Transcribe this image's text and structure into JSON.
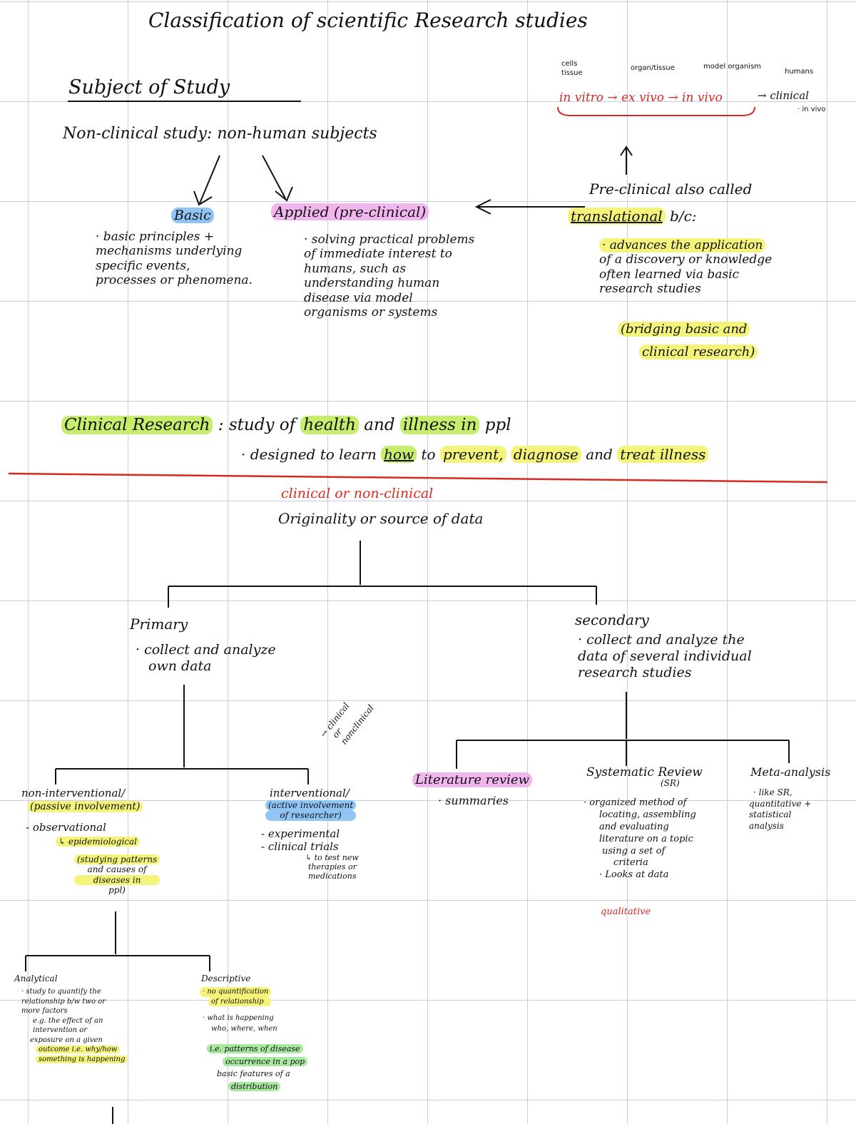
{
  "title": "Classification of scientific Research studies",
  "top_flow": {
    "labels": [
      "cells",
      "tissue",
      "organ/tissue",
      "model organism",
      "humans"
    ],
    "sequence": "in vitro → ex vivo → in vivo",
    "tail": "→ clinical",
    "tail_sub": "· in vivo"
  },
  "subject": {
    "heading": "Subject of Study",
    "nonclinical": "Non-clinical study: non-human subjects",
    "basic": {
      "label": "Basic",
      "lines": [
        "· basic principles +",
        "mechanisms underlying",
        "specific events,",
        "processes or phenomena."
      ]
    },
    "applied": {
      "label": "Applied (pre-clinical)",
      "lines": [
        "· solving practical problems",
        "of immediate interest to",
        "humans, such as",
        "understanding human",
        "disease via model",
        "organisms or systems"
      ]
    },
    "preclinical": {
      "line1": "Pre-clinical also called",
      "translational": "translational",
      "bc": "b/c:",
      "lines": [
        "· advances the application",
        "of a discovery or knowledge",
        "often learned via basic",
        "research studies"
      ],
      "bridge1": "(bridging basic and",
      "bridge2": "clinical research)"
    }
  },
  "clinical": {
    "label": "Clinical Research",
    "colon": ":",
    "study_prefix": "study of",
    "health": "health",
    "and": "and",
    "illness": "illness in",
    "ppl": "ppl",
    "designed_prefix": "· designed to learn",
    "how": "how",
    "to": "to",
    "prevent": "prevent,",
    "diagnose": "diagnose",
    "and2": "and",
    "treat": "treat illness"
  },
  "originality": {
    "red_note": "clinical or non-clinical",
    "heading": "Originality or source of data"
  },
  "primary": {
    "label": "Primary",
    "lines": [
      "· collect and analyze",
      "own data"
    ]
  },
  "secondary": {
    "label": "secondary",
    "lines": [
      "· collect and analyze the",
      "data of several individual",
      "research studies"
    ]
  },
  "noninterventional": {
    "line1": "non-interventional/",
    "line2": "(passive involvement)",
    "obs": "- observational",
    "epi": "↳ epidemiological",
    "lines": [
      "(studying patterns",
      "and causes of",
      "diseases in",
      "ppl)"
    ]
  },
  "interventional": {
    "line1": "interventional/",
    "line2": "(active involvement",
    "line3": "of researcher)",
    "lines": [
      "- experimental",
      "- clinical trials",
      "↳ to test new",
      "therapies or",
      "medications"
    ],
    "note1": "→ clinical",
    "note2": "or",
    "note3": "nonclinical"
  },
  "analytical": {
    "label": "Analytical",
    "lines": [
      "· study to quantify the",
      "relationship b/w two or",
      "more factors",
      "e.g. the effect of an",
      "intervention or",
      "exposure on a given",
      "outcome  i.e. why/how",
      "something is happening"
    ]
  },
  "descriptive": {
    "label": "Descriptive",
    "hl1": "· no quantification",
    "hl2": "of relationship",
    "lines": [
      "· what is happening",
      "who, where, when"
    ],
    "ie": "i.e. patterns of disease",
    "ie2": "occurrence in a pop",
    "ie3": "basic features of a",
    "ie4": "distribution"
  },
  "literature": {
    "label": "Literature review",
    "lines": [
      "· summaries"
    ]
  },
  "systematic": {
    "label": "Systematic Review",
    "sub": "(SR)",
    "lines": [
      "· organized method of",
      "locating, assembling",
      "and evaluating",
      "literature on a topic",
      "using a set of",
      "criteria",
      "· Looks at data"
    ],
    "red": "qualitative"
  },
  "meta": {
    "label": "Meta-analysis",
    "lines": [
      "· like SR,",
      "quantitative +",
      "statistical",
      "analysis"
    ]
  }
}
